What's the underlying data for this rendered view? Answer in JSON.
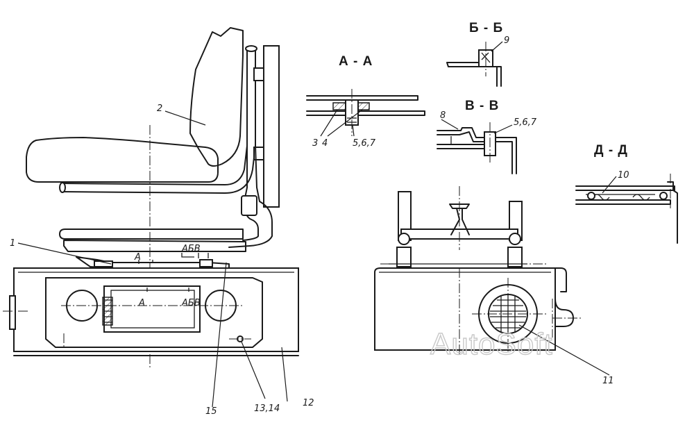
{
  "sections": {
    "aa": "А - А",
    "bb": "Б - Б",
    "vv": "В - В",
    "dd": "Д - Д"
  },
  "cut_marks": {
    "a": "А",
    "b": "Б",
    "v": "В",
    "abv": "АБВ"
  },
  "part_labels": {
    "p1": "1",
    "p2": "2",
    "p3": "3",
    "p4": "4",
    "p567a": "5,6,7",
    "p567b": "5,6,7",
    "p8": "8",
    "p9": "9",
    "p10": "10",
    "p11": "11",
    "p12": "12",
    "p1314": "13,14",
    "p15": "15"
  },
  "watermark": "AutoSoft"
}
